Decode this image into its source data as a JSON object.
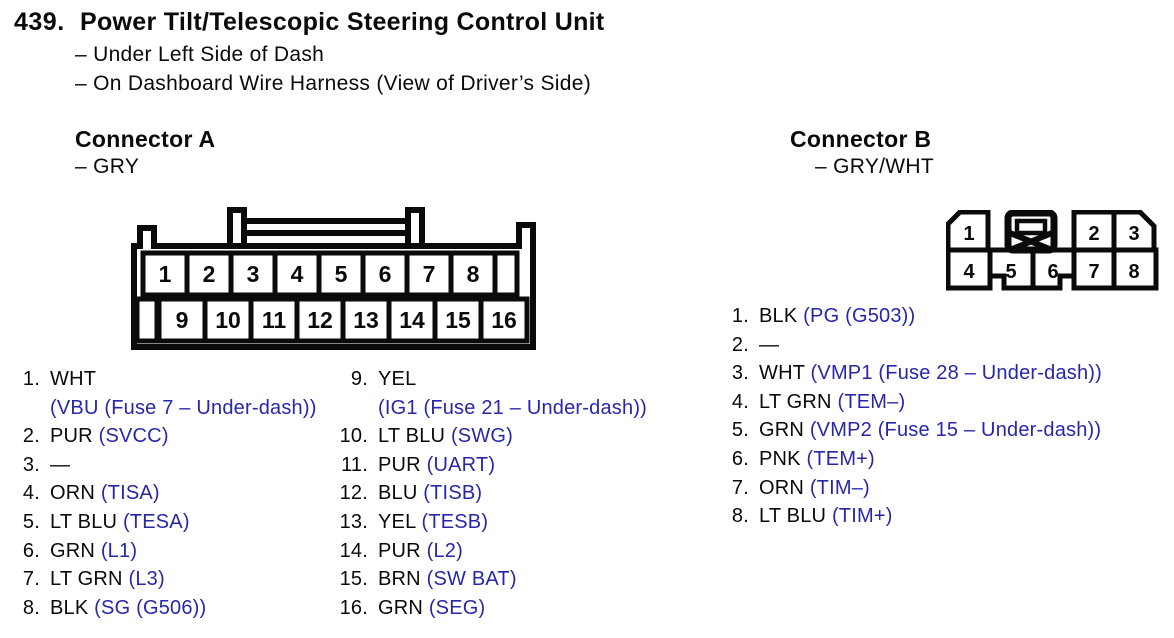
{
  "title": {
    "number": "439.",
    "text": "Power Tilt/Telescopic Steering Control Unit"
  },
  "locations": {
    "line1": "– Under Left Side of Dash",
    "line2": "– On Dashboard Wire Harness (View of Driver’s Side)"
  },
  "colors": {
    "signal_blue": "#2727aa",
    "ink": "#0a0a0a"
  },
  "connector_a": {
    "heading": "Connector A",
    "housing_color": "– GRY",
    "cavities": {
      "r1": [
        "1",
        "2",
        "3",
        "4",
        "5",
        "6",
        "7",
        "8"
      ],
      "r2": [
        "9",
        "10",
        "11",
        "12",
        "13",
        "14",
        "15",
        "16"
      ]
    },
    "pins_left": [
      {
        "num": "1.",
        "wire": "WHT",
        "signal": ""
      },
      {
        "num": "",
        "wire": "",
        "signal": "(VBU (Fuse 7 – Under-dash))"
      },
      {
        "num": "2.",
        "wire": "PUR",
        "signal": "(SVCC)"
      },
      {
        "num": "3.",
        "wire": "—",
        "signal": ""
      },
      {
        "num": "4.",
        "wire": "ORN",
        "signal": "(TISA)"
      },
      {
        "num": "5.",
        "wire": "LT BLU",
        "signal": "(TESA)"
      },
      {
        "num": "6.",
        "wire": "GRN",
        "signal": "(L1)"
      },
      {
        "num": "7.",
        "wire": "LT GRN",
        "signal": "(L3)"
      },
      {
        "num": "8.",
        "wire": "BLK",
        "signal": "(SG (G506))"
      }
    ],
    "pins_right": [
      {
        "num": "9.",
        "wire": "YEL",
        "signal": ""
      },
      {
        "num": "",
        "wire": "",
        "signal": "(IG1 (Fuse 21 – Under-dash))"
      },
      {
        "num": "10.",
        "wire": "LT BLU",
        "signal": "(SWG)"
      },
      {
        "num": "11.",
        "wire": "PUR",
        "signal": "(UART)"
      },
      {
        "num": "12.",
        "wire": "BLU",
        "signal": "(TISB)"
      },
      {
        "num": "13.",
        "wire": "YEL",
        "signal": "(TESB)"
      },
      {
        "num": "14.",
        "wire": "PUR",
        "signal": "(L2)"
      },
      {
        "num": "15.",
        "wire": "BRN",
        "signal": "(SW BAT)"
      },
      {
        "num": "16.",
        "wire": "GRN",
        "signal": "(SEG)"
      }
    ]
  },
  "connector_b": {
    "heading": "Connector B",
    "housing_color": "– GRY/WHT",
    "cavities": {
      "r1": [
        "1",
        "2",
        "3"
      ],
      "r2": [
        "4",
        "5",
        "6",
        "7",
        "8"
      ]
    },
    "pins": [
      {
        "num": "1.",
        "wire": "BLK",
        "signal": "(PG (G503))"
      },
      {
        "num": "2.",
        "wire": "—",
        "signal": ""
      },
      {
        "num": "3.",
        "wire": "WHT",
        "signal": "(VMP1 (Fuse 28 – Under-dash))"
      },
      {
        "num": "4.",
        "wire": "LT GRN",
        "signal": "(TEM–)"
      },
      {
        "num": "5.",
        "wire": "GRN",
        "signal": "(VMP2 (Fuse 15 – Under-dash))"
      },
      {
        "num": "6.",
        "wire": "PNK",
        "signal": "(TEM+)"
      },
      {
        "num": "7.",
        "wire": "ORN",
        "signal": "(TIM–)"
      },
      {
        "num": "8.",
        "wire": "LT BLU",
        "signal": "(TIM+)"
      }
    ]
  }
}
